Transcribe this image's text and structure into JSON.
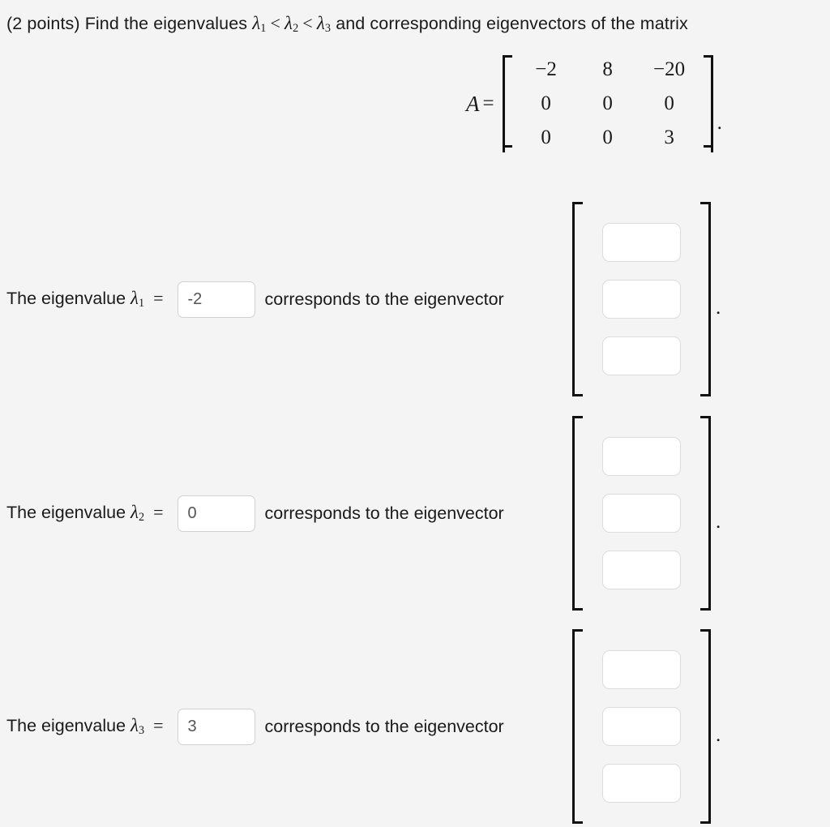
{
  "prompt": {
    "points_prefix": "(2 points) Find the eigenvalues",
    "lambda1": "λ",
    "sub1": "1",
    "rel1": "<",
    "lambda2": "λ",
    "sub2": "2",
    "rel2": "<",
    "lambda3": "λ",
    "sub3": "3",
    "suffix": "and corresponding eigenvectors of the matrix"
  },
  "matrix": {
    "label": "A",
    "equals": "=",
    "rows": [
      [
        "−2",
        "8",
        "−20"
      ],
      [
        "0",
        "0",
        "0"
      ],
      [
        "0",
        "0",
        "3"
      ]
    ],
    "trailing_punctuation": "."
  },
  "eigen_rows": [
    {
      "prefix": "The eigenvalue",
      "lambda": "λ",
      "subscript": "1",
      "equals": "=",
      "value": "-2",
      "placeholder": "",
      "middle_text": "corresponds to the eigenvector",
      "vector_values": [
        "",
        "",
        ""
      ],
      "vector_placeholders": [
        "",
        "",
        ""
      ],
      "trailing_punctuation": "."
    },
    {
      "prefix": "The eigenvalue",
      "lambda": "λ",
      "subscript": "2",
      "equals": "=",
      "value": "0",
      "placeholder": "",
      "middle_text": "corresponds to the eigenvector",
      "vector_values": [
        "",
        "",
        ""
      ],
      "vector_placeholders": [
        "",
        "",
        ""
      ],
      "trailing_punctuation": "."
    },
    {
      "prefix": "The eigenvalue",
      "lambda": "λ",
      "subscript": "3",
      "equals": "=",
      "value": "3",
      "placeholder": "",
      "middle_text": "corresponds to the eigenvector",
      "vector_values": [
        "",
        "",
        ""
      ],
      "vector_placeholders": [
        "",
        "",
        ""
      ],
      "trailing_punctuation": "."
    }
  ],
  "colors": {
    "background": "#f4f4f4",
    "text": "#1a1a1a",
    "input_border": "#d9d9d9",
    "input_background": "#ffffff",
    "input_text": "#555555",
    "bracket": "#111111"
  }
}
